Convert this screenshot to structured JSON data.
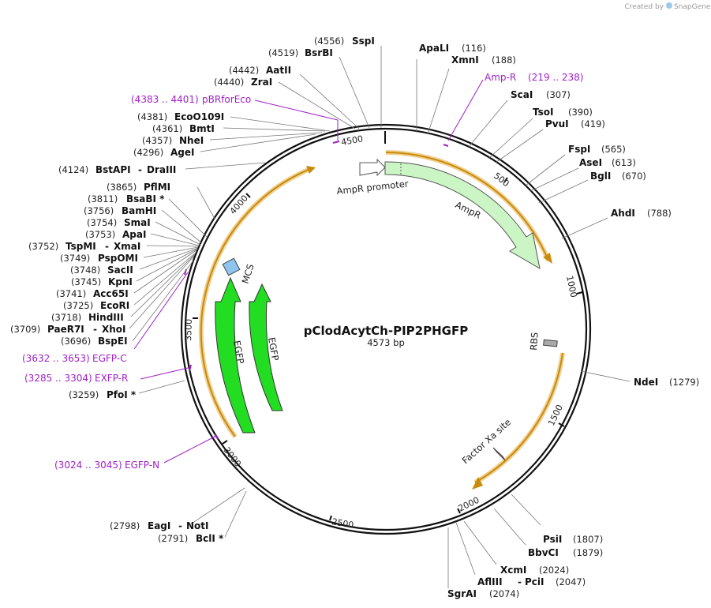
{
  "credit": {
    "prefix": "Created by",
    "brand": "SnapGene"
  },
  "plasmid": {
    "name": "pClodAcytCh-PIP2PHGFP",
    "length_label": "4573 bp",
    "length": 4573
  },
  "ticks": [
    "500",
    "1000",
    "1500",
    "2000",
    "2500",
    "3000",
    "3500",
    "4000",
    "4500"
  ],
  "features": [
    {
      "id": "ampr-promoter",
      "label": "AmpR promoter",
      "color": "#ffffff"
    },
    {
      "id": "ampr",
      "label": "AmpR",
      "color": "#ccf5c6"
    },
    {
      "id": "rbs",
      "label": "RBS",
      "color": "#a9a9a9"
    },
    {
      "id": "factor-xa",
      "label": "Factor Xa site",
      "color": "#f5b4c6"
    },
    {
      "id": "mcs",
      "label": "MCS",
      "color": "#8fc4f0"
    },
    {
      "id": "egfp-1",
      "label": "EGFP",
      "color": "#22dd22"
    },
    {
      "id": "egfp-2",
      "label": "EGFP",
      "color": "#22dd22"
    }
  ],
  "enzymes_right": [
    {
      "name": "ApaLI",
      "pos": "(116)"
    },
    {
      "name": "XmnI",
      "pos": "(188)"
    },
    {
      "name": "ScaI",
      "pos": "(307)"
    },
    {
      "name": "TsoI",
      "pos": "(390)"
    },
    {
      "name": "PvuI",
      "pos": "(419)"
    },
    {
      "name": "FspI",
      "pos": "(565)"
    },
    {
      "name": "AseI",
      "pos": "(613)"
    },
    {
      "name": "BglI",
      "pos": "(670)"
    },
    {
      "name": "AhdI",
      "pos": "(788)"
    },
    {
      "name": "NdeI",
      "pos": "(1279)"
    },
    {
      "name": "PsiI",
      "pos": "(1807)"
    },
    {
      "name": "BbvCI",
      "pos": "(1879)"
    },
    {
      "name": "XcmI",
      "pos": "(2024)"
    },
    {
      "name": "AflIII",
      "name2": "PciI",
      "pos": "(2047)"
    },
    {
      "name": "SgrAI",
      "pos": "(2074)"
    }
  ],
  "enzymes_left": [
    {
      "pos": "(4556)",
      "name": "SspI"
    },
    {
      "pos": "(4519)",
      "name": "BsrBI"
    },
    {
      "pos": "(4442)",
      "name": "AatII"
    },
    {
      "pos": "(4440)",
      "name": "ZraI"
    },
    {
      "pos": "(4381)",
      "name": "EcoO109I"
    },
    {
      "pos": "(4361)",
      "name": "BmtI"
    },
    {
      "pos": "(4357)",
      "name": "NheI"
    },
    {
      "pos": "(4296)",
      "name": "AgeI"
    },
    {
      "pos": "(4124)",
      "name": "BstAPI",
      "name2": "DraIII"
    },
    {
      "pos": "(3865)",
      "name": "PflMI"
    },
    {
      "pos": "(3811)",
      "name": "BsaBI *"
    },
    {
      "pos": "(3756)",
      "name": "BamHI"
    },
    {
      "pos": "(3754)",
      "name": "SmaI"
    },
    {
      "pos": "(3753)",
      "name": "ApaI"
    },
    {
      "pos": "(3752)",
      "name": "TspMI",
      "name2": "XmaI"
    },
    {
      "pos": "(3749)",
      "name": "PspOMI"
    },
    {
      "pos": "(3748)",
      "name": "SacII"
    },
    {
      "pos": "(3745)",
      "name": "KpnI"
    },
    {
      "pos": "(3741)",
      "name": "Acc65I"
    },
    {
      "pos": "(3725)",
      "name": "EcoRI"
    },
    {
      "pos": "(3718)",
      "name": "HindIII"
    },
    {
      "pos": "(3709)",
      "name": "PaeR7I",
      "name2": "XhoI"
    },
    {
      "pos": "(3696)",
      "name": "BspEI"
    },
    {
      "pos": "(3259)",
      "name": "PfoI *"
    },
    {
      "pos": "(2798)",
      "name": "EagI",
      "name2": "NotI"
    },
    {
      "pos": "(2791)",
      "name": "BclI *"
    }
  ],
  "primers": [
    {
      "name": "Amp-R",
      "range": "(219 .. 238)"
    },
    {
      "range": "(4383 .. 4401)",
      "name": "pBRforEco"
    },
    {
      "range": "(3632 .. 3653)",
      "name": "EGFP-C"
    },
    {
      "range": "(3285 .. 3304)",
      "name": "EXFP-R"
    },
    {
      "range": "(3024 .. 3045)",
      "name": "EGFP-N"
    }
  ],
  "colors": {
    "primer": "#a020c8",
    "backbone": "#111111",
    "orf_arrow": "#e8c07a",
    "orf_arrow_line": "#b8860b"
  }
}
